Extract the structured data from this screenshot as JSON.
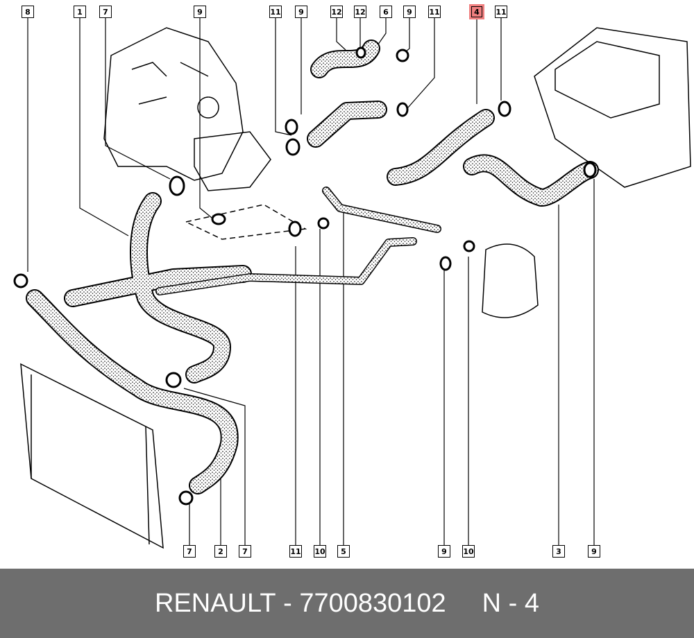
{
  "diagram": {
    "top_callouts": [
      "8",
      "1",
      "7",
      "9",
      "11",
      "9",
      "12",
      "12",
      "6",
      "9",
      "11",
      "4",
      "11"
    ],
    "bottom_callouts": [
      "7",
      "2",
      "7",
      "11",
      "10",
      "5",
      "9",
      "10",
      "3",
      "9"
    ],
    "highlighted_part": "4",
    "highlight_color": "#f08080"
  },
  "footer": {
    "brand": "RENAULT",
    "separator": " - ",
    "part_number": "7700830102",
    "ref_label": "N - 4"
  }
}
